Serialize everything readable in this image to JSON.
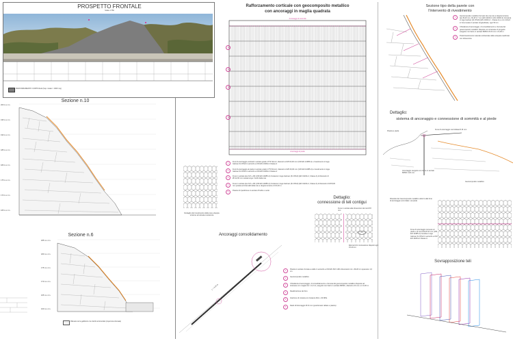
{
  "prospetto": {
    "title": "PROSPETTO FRONTALE",
    "scale": "Scala 1:750",
    "legend_label": "RAFFORZAMENTO CORTICALE (Sup. totale = 1900 mq)"
  },
  "sezione10": {
    "title": "Sezione n.10",
    "elev_labels": [
      "200 m.s.l.m.",
      "195 m.s.l.m.",
      "190 m.s.l.m.",
      "185 m.s.l.m.",
      "180 m.s.l.m.",
      "175 m.s.l.m.",
      "170 m.s.l.m.",
      "165 m.s.l.m."
    ]
  },
  "sezione6": {
    "title": "Sezione n.6",
    "elev_labels": [
      "185 m.s.l.m.",
      "180 m.s.l.m.",
      "175 m.s.l.m.",
      "170 m.s.l.m.",
      "165 m.s.l.m.",
      "160 m.s.l.m."
    ],
    "note": "Rilevato terra gabbioni con detriti arrotondati (copertura drenata)"
  },
  "rafforzamento": {
    "title_line1": "Rafforzamento corticale con geocomposito metallico",
    "title_line2": "con ancoraggi in maglia quadrata",
    "top_label": "Ancoraggi di sommità",
    "bottom_label": "Ancoraggi al piede"
  },
  "legend_main": [
    "Funi di ancoraggio verticali in acciaio grado 1770 N/mm²; diametro di Ø=16,00 mm (UNI EN 12385-4) e rivestimento in lega Galmac Zn-5%Al in accordo a UNI EN 10264-2 Classe A",
    "Funi di ancoraggio al piede in acciaio grado 1770 N/mm²; diametro di Ø=16,00 mm (UNI EN 12385-4) e rivestimento in lega Galmac Zn-5%Al in accordo a UNI EN 10264-2 Classe A",
    "Fune in acciaio tipo 6x7+ AM (UNI EN 12385-4) zincatura in lega Galmac (Zn-5%Al) (EN 10244-2, Classe A) di diametro di Ø=12,00 mm tesata lungo i bordi della rete",
    "Fune in acciaio tipo 6x7+ AM (UNI EN 12385-4) zincatura in lega Galmac (Zn-5%Al) (EN 10244-2, Classe A) di diametro di Ø=8,00 mm posata ad intervalli della rete a doppia torsione di 16,00 m",
    "Piastre di ripartizione in acciaio d'inoltre o sotto"
  ],
  "dettaglio_maglia": "Dettaglio del rivestimento della rete a doppia torsione ad elevata resistenza",
  "sezione_tipo": {
    "title_line1": "Sezione tipo della parete con",
    "title_line2": "l'intervento di rivestimento",
    "legend": [
      "Geocomposito metallico formato da una rete a doppia torsione tipo 8x10 mm, filo Ø 2,7 mm (EN 10223-3, EN 10218-2) zincatura in lega Galmac (Zn-5%Al) (EN 10244-2 - Classe A) e con rinforzi in fune tesata in acciaio longitudinale, ogni 50 cm",
      "Chiodatura di ancoraggio, di consolidamento e ritenuta del geocomposito metallico disposte con interasse di progetto eseguito con barre in acciaio B450C Ø 24 mm L=3,00 m",
      "Prato/rivestimento naturale ambientale della scarpata realizzato con idrosemina"
    ]
  },
  "dettaglio_ancoraggio": {
    "title_line1": "Dettaglio:",
    "title_line2": "sistema di ancoraggio e connessione di sommità e al piede",
    "labels": [
      "Piastra a piede",
      "Fune di ancoraggio controllata Ø 16 mm",
      "Ancoraggio eseguito con barre in acciaio B450C 124 mm",
      "Geocomposito metallico",
      "Rivestito del Geocomposito metallico attorno alla fune di ancoraggio sommitale o al piede",
      "Fune di ancoraggio conesso al piede e di sommità Ø 16 mm (UNI EN 12385-4) rivestita in lega Galmac Zn-5%Al in accordo a UNI EN 10264-2 Classe A"
    ]
  },
  "dettaglio_connessione": {
    "title_line1": "Dettaglio:",
    "title_line2": "connessione di teli contigui",
    "labels": [
      "Fune in acciaio alla dimensioni dei reti Ø 8 mm",
      "Elementi di connessione disposti ogni 15-20 cm"
    ]
  },
  "ancoraggi": {
    "title": "Ancoraggi consolidamento",
    "bar_label": "L = 3,00 m",
    "legend": [
      "Piastra in acciaio zincata a caldo in accordo a UNI EN ISO 1461 dimensioni min. 20x20 cm spessore 1,0 cm",
      "Geocomposito metallico",
      "Chiodatura di ancoraggio, di consolidamento e ritenuta del geocomposito metallico disposta ad interasse con maglia 3,0 x 3,0 ml, eseguito con barre in acciaio B450C, diametro 24 mm e L=3,00 m",
      "Realizzazione del foro",
      "Iniezione di miscela con boiacca Rck ≥ 30 MPa",
      "Dado di bloccaggio Ø 24 mm (posizionato rallato a piastra)"
    ]
  },
  "sovrapposizione": {
    "title": "Sovrapposizione teli"
  },
  "colors": {
    "accent": "#d04a9a",
    "line": "#555555",
    "rock": "#9a9a9a",
    "warning": "#e58a2a"
  }
}
